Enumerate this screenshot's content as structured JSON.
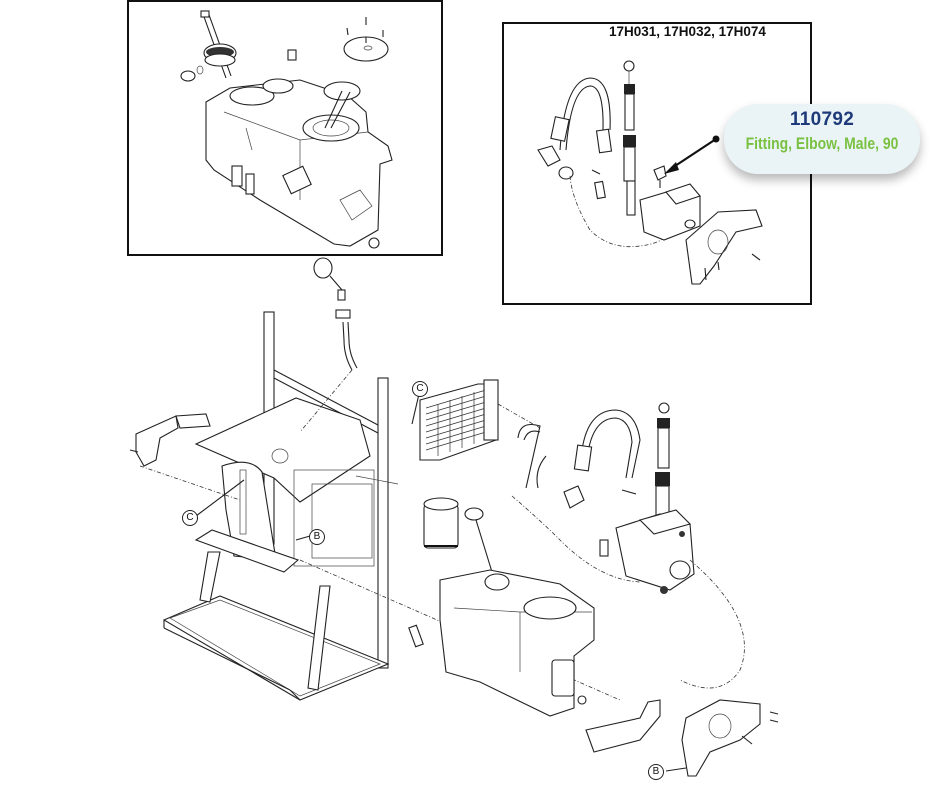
{
  "diagram": {
    "type": "exploded-parts-diagram",
    "inset_models_label": "17H031, 17H032, 17H074",
    "callout": {
      "part_number": "110792",
      "description": "Fitting, Elbow, Male, 90",
      "part_number_color": "#1f3a7a",
      "description_color": "#7ac142"
    },
    "reference_labels": {
      "c_top": "C",
      "c_left": "C",
      "b_frame": "B",
      "b_bracket": "B"
    }
  }
}
